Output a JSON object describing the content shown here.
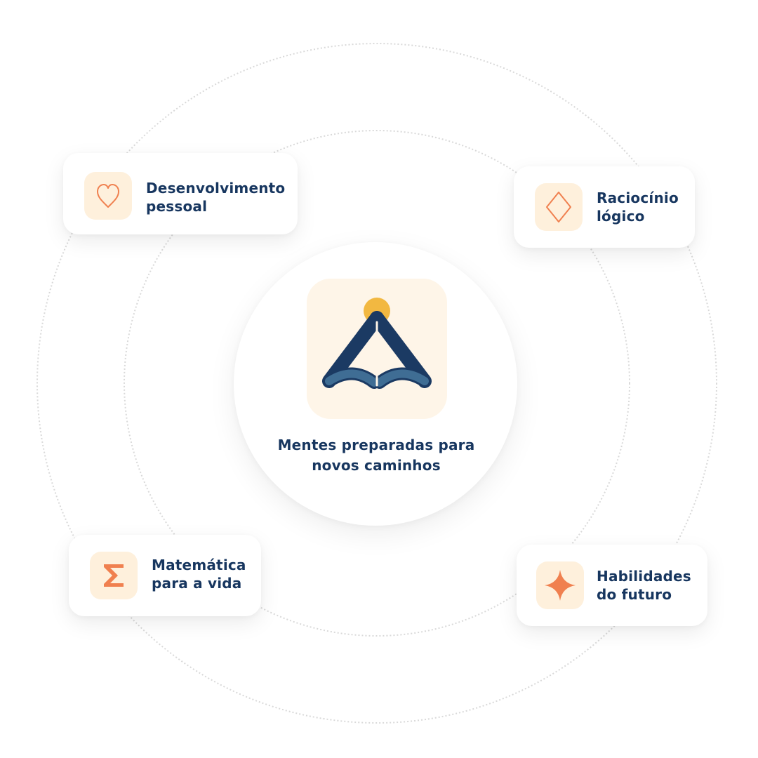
{
  "center": {
    "title_line1": "Mentes preparadas para",
    "title_line2": "novos caminhos",
    "logo_icon": "open-book-triangle-logo-icon"
  },
  "cards": {
    "personal": {
      "line1": "Desenvolvimento",
      "line2": "pessoal",
      "icon": "heart-icon"
    },
    "logic": {
      "line1": "Raciocínio",
      "line2": "lógico",
      "icon": "diamond-icon"
    },
    "math": {
      "line1": "Matemática",
      "line2": "para a vida",
      "icon": "sigma-icon"
    },
    "future": {
      "line1": "Habilidades",
      "line2": "do futuro",
      "icon": "sparkle-icon"
    }
  },
  "colors": {
    "text": "#17365f",
    "accent_orange": "#f0804f",
    "logo_navy": "#1b3a63",
    "logo_blue": "#3f6d94",
    "logo_sun": "#f2b841",
    "tile_background": "#fef0dc",
    "ring": "#d9d9d9"
  }
}
